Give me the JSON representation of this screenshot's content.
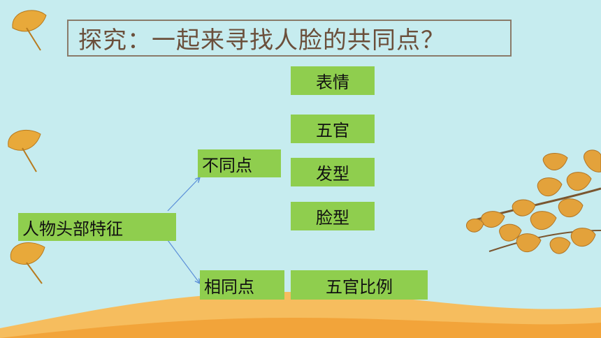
{
  "title": "探究：一起来寻找人脸的共同点？",
  "root": "人物头部特征",
  "branches": [
    {
      "label": "不同点",
      "items": [
        "表情",
        "五官",
        "发型",
        "脸型"
      ]
    },
    {
      "label": "相同点",
      "items": [
        "五官比例"
      ]
    }
  ],
  "colors": {
    "background": "#c6ecef",
    "box": "#8fce4e",
    "title_text": "#6b4f3b",
    "hill": "#f2a43a",
    "leaf": "#e8a93a"
  }
}
